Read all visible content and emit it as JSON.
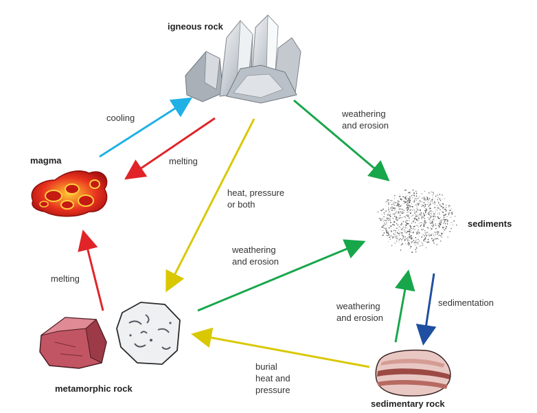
{
  "colors": {
    "cooling": "#1fb0e6",
    "melting": "#e02428",
    "heat_pressure": "#d9c800",
    "weathering": "#18a64a",
    "sedimentation": "#1f4fa0",
    "burial": "#d9c800"
  },
  "nodes": {
    "igneous": "igneous rock",
    "magma": "magma",
    "sediments": "sediments",
    "metamorphic": "metamorphic rock",
    "sedimentary": "sedimentary rock"
  },
  "edges": {
    "cooling": "cooling",
    "melting_top": "melting",
    "weathering_top": "weathering\nand erosion",
    "heat_pressure": "heat, pressure\nor both",
    "weathering_mid": "weathering\nand erosion",
    "melting_left": "melting",
    "weathering_right": "weathering\nand erosion",
    "sedimentation": "sedimentation",
    "burial": "burial\nheat and\npressure"
  },
  "icons": [
    "quartz-crystal-icon",
    "magma-blob-icon",
    "sediment-particles-icon",
    "metamorphic-rock-icon",
    "sedimentary-rock-icon"
  ]
}
